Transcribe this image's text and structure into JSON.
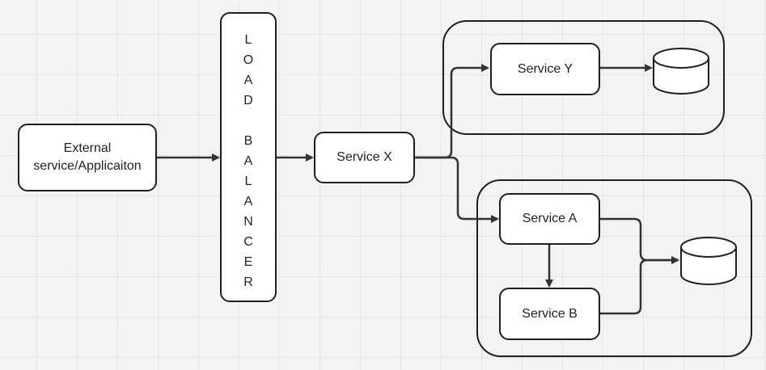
{
  "diagram": {
    "nodes": {
      "external": {
        "label_line1": "External",
        "label_line2": "service/Applicaiton"
      },
      "load_balancer": {
        "letters": [
          "L",
          "O",
          "A",
          "D",
          "",
          "B",
          "A",
          "L",
          "A",
          "N",
          "C",
          "E",
          "R"
        ]
      },
      "service_x": {
        "label": "Service X"
      },
      "service_y": {
        "label": "Service Y"
      },
      "service_a": {
        "label": "Service A"
      },
      "service_b": {
        "label": "Service B"
      }
    },
    "colors": {
      "stroke": "#1f1f1f",
      "arrow": "#333333",
      "box_fill": "#ffffff",
      "background": "#f3f3f3"
    }
  }
}
